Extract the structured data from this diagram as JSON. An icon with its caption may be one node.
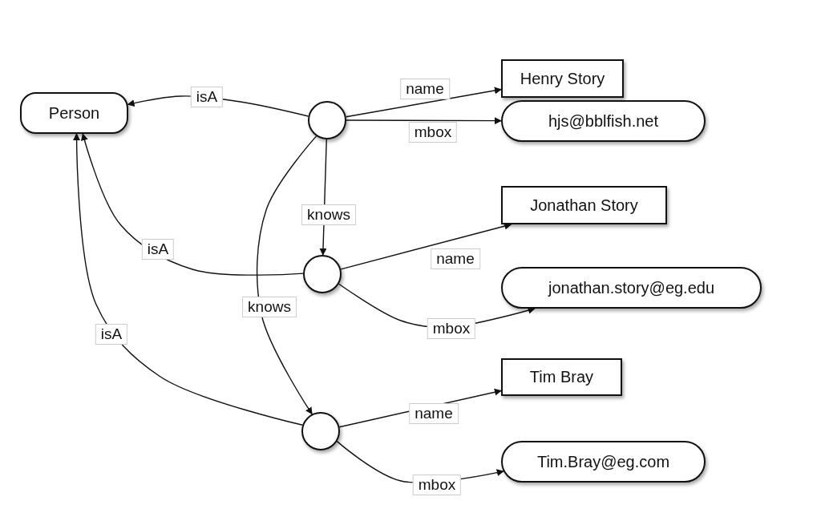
{
  "diagram": {
    "nodes": [
      {
        "text": [
          "Person"
        ]
      },
      {
        "text": [],
        "shape": "circle"
      },
      {
        "text": [
          "Henry Story"
        ]
      },
      {
        "text": [
          "hjs@bblfish.net"
        ]
      },
      {
        "text": [],
        "shape": "circle"
      },
      {
        "text": [
          "Jonathan Story"
        ]
      },
      {
        "text": [
          "jonathan.story@eg.edu"
        ]
      },
      {
        "text": [],
        "shape": "circle"
      },
      {
        "text": [
          "Tim Bray"
        ]
      },
      {
        "text": [
          "Tim.Bray@eg.com"
        ]
      }
    ],
    "edges": [
      {
        "from": 1,
        "to": 0,
        "arrow": "to",
        "label": "isA"
      },
      {
        "from": 1,
        "to": 2,
        "arrow": "to",
        "label": "name"
      },
      {
        "from": 1,
        "to": 3,
        "arrow": "to",
        "label": "mbox"
      },
      {
        "from": 1,
        "to": 4,
        "arrow": "to",
        "label": "knows"
      },
      {
        "from": 1,
        "to": 7,
        "arrow": "to",
        "label": "knows"
      },
      {
        "from": 4,
        "to": 0,
        "arrow": "to",
        "label": "isA"
      },
      {
        "from": 4,
        "to": 5,
        "arrow": "to",
        "label": "name"
      },
      {
        "from": 4,
        "to": 6,
        "arrow": "to",
        "label": "mbox"
      },
      {
        "from": 7,
        "to": 0,
        "arrow": "to",
        "label": "isA"
      },
      {
        "from": 7,
        "to": 8,
        "arrow": "to",
        "label": "name"
      },
      {
        "from": 7,
        "to": 9,
        "arrow": "to",
        "label": "mbox"
      }
    ]
  }
}
